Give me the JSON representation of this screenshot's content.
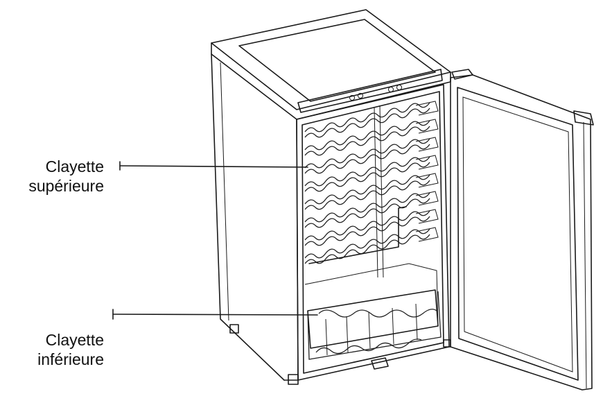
{
  "callouts": {
    "top_shelf": {
      "line1": "Clayette",
      "line2": "supérieure"
    },
    "bottom_shelf": {
      "line1": "Clayette",
      "line2": "inférieure"
    }
  },
  "colors": {
    "stroke": "#1a1a1a",
    "background": "#ffffff"
  },
  "shelves": {
    "rack_rows": 8
  }
}
